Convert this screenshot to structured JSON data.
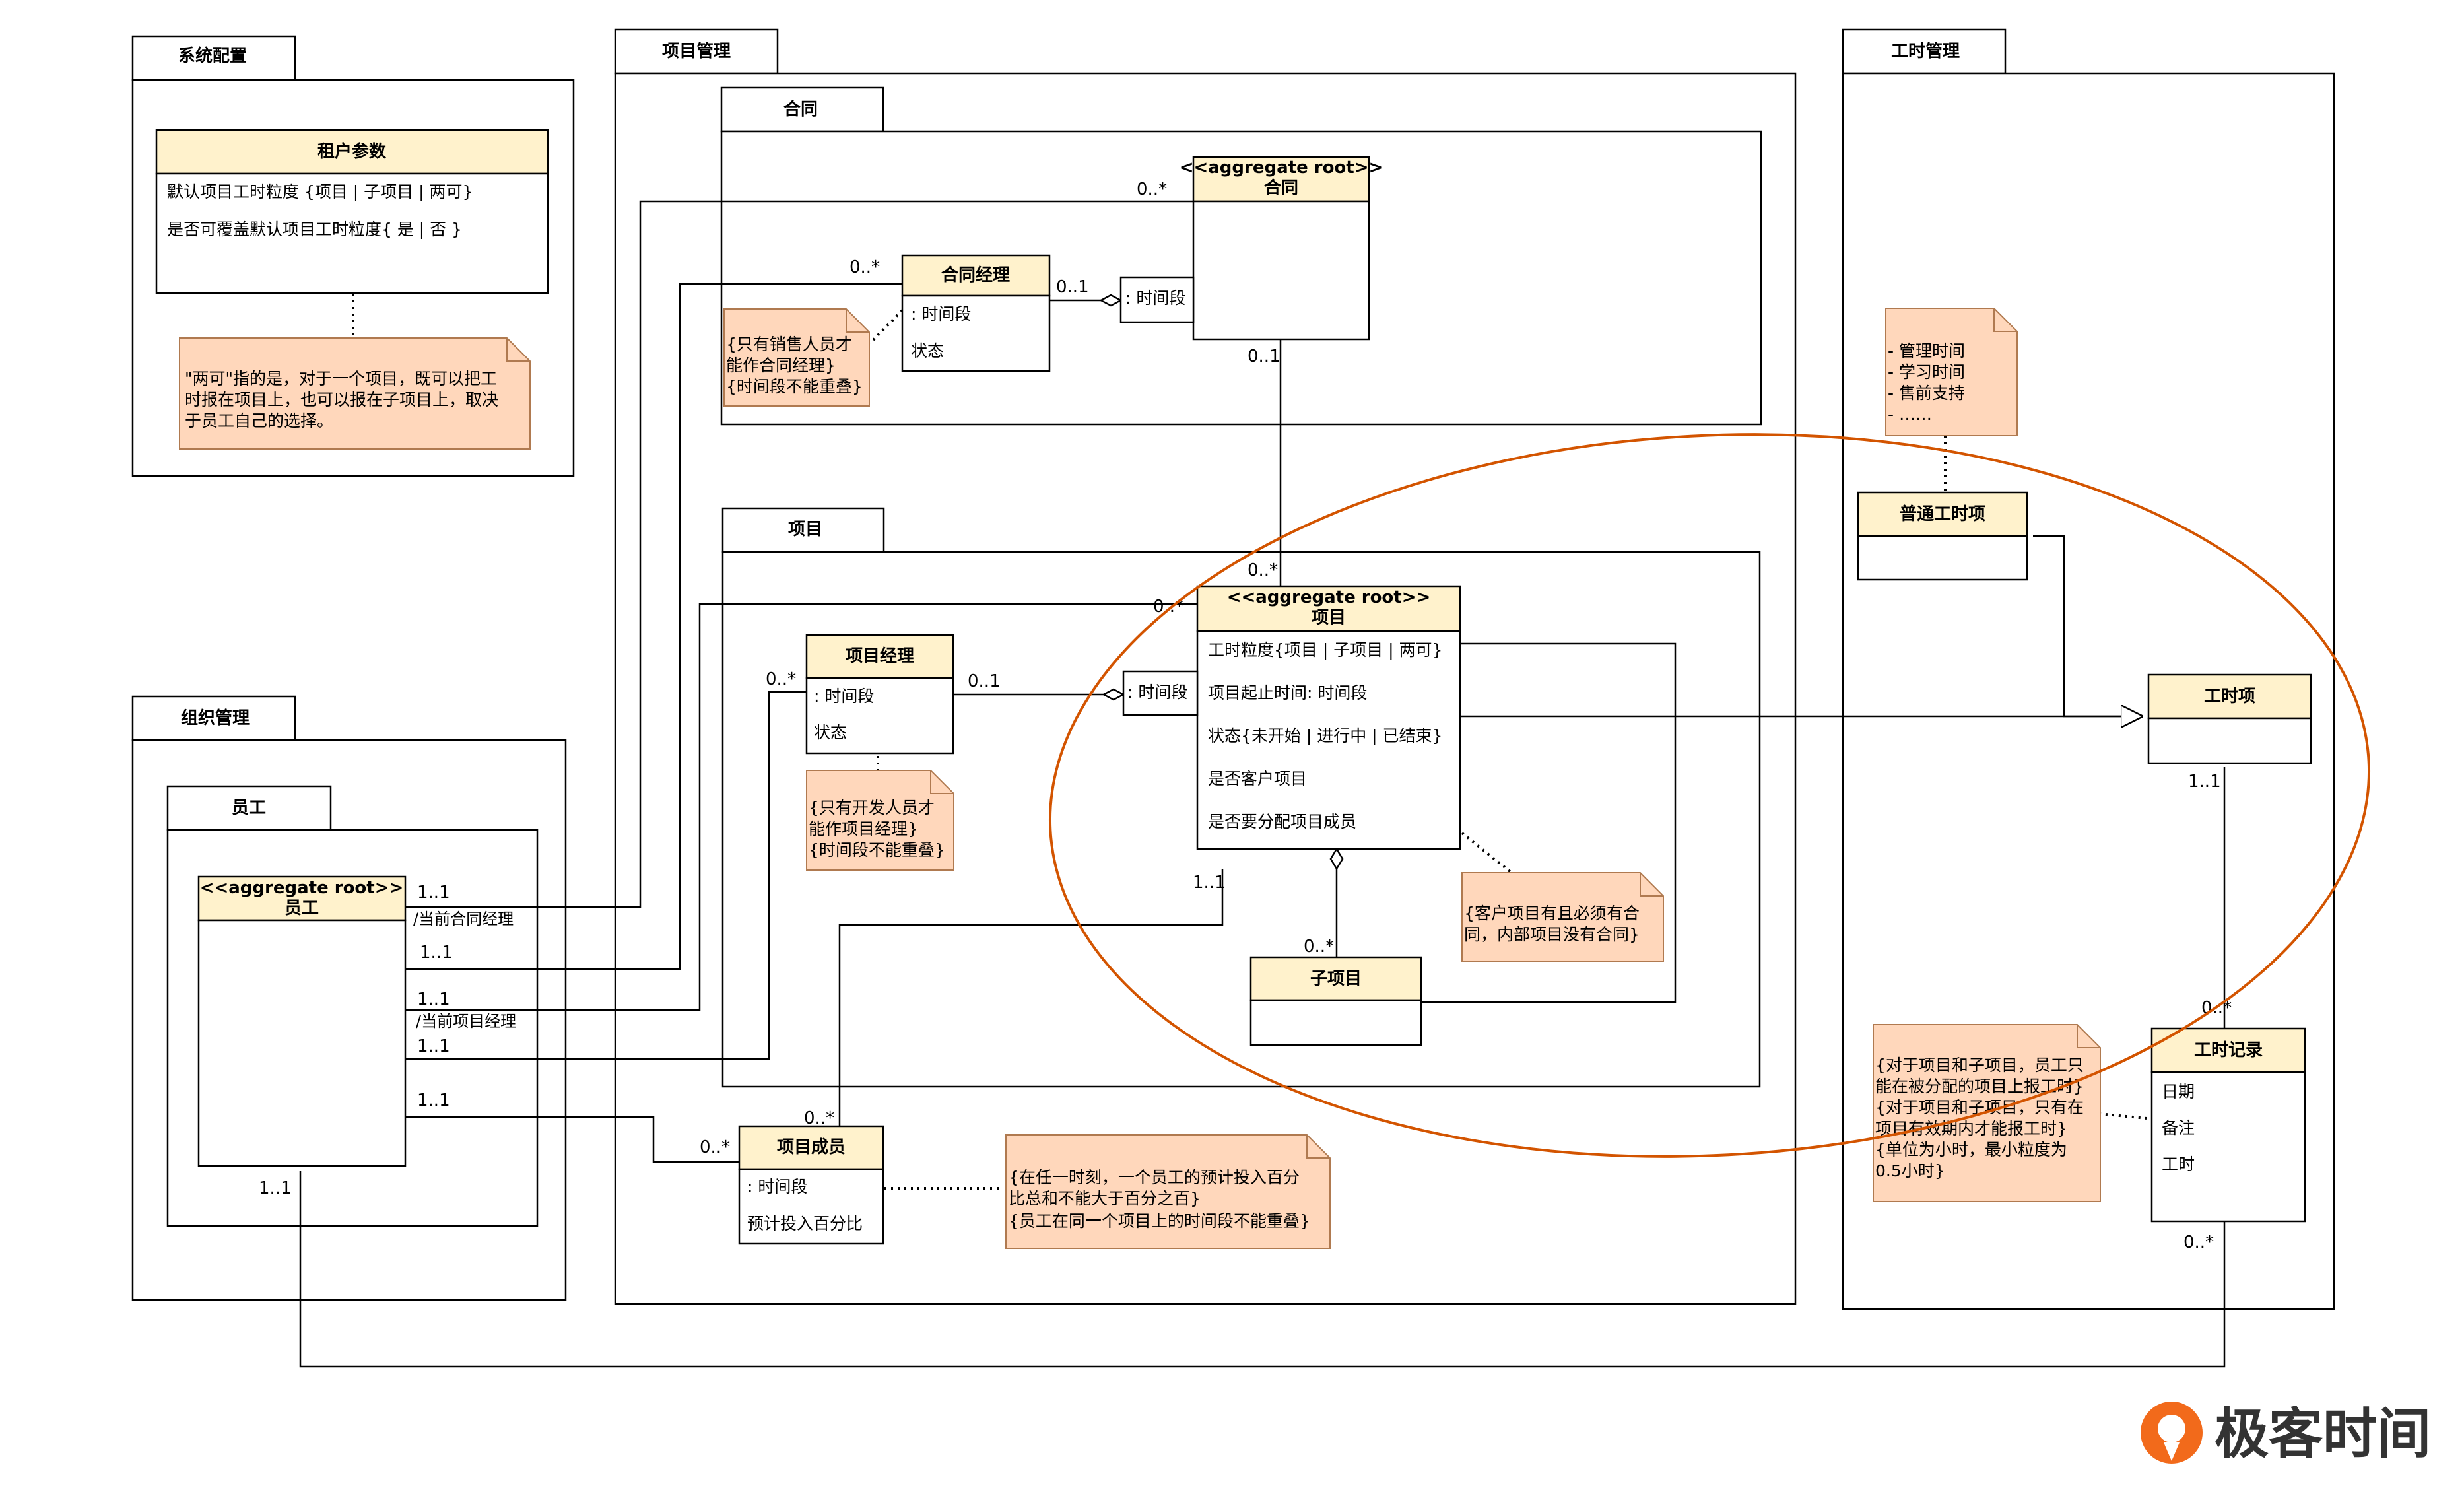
{
  "colors": {
    "class_header": "#fff2cc",
    "note_fill": "#ffd7bb",
    "note_border": "#b07a50",
    "line": "#000000",
    "ellipse": "#d35400",
    "logo_orange": "#f26a1b",
    "logo_text": "#333333"
  },
  "packages": {
    "system_config": "系统配置",
    "project_mgmt": "项目管理",
    "contract": "合同",
    "project": "项目",
    "org_mgmt": "组织管理",
    "employee": "员工",
    "timesheet": "工时管理"
  },
  "classes": {
    "tenant_params": {
      "title": "租户参数",
      "attrs": [
        "默认项目工时粒度 {项目 | 子项目 | 两可}",
        "是否可覆盖默认项目工时粒度{ 是 | 否 }"
      ]
    },
    "contract_root": {
      "stereotype": "<<aggregate root>>",
      "title": "合同"
    },
    "contract_manager": {
      "title": "合同经理",
      "attrs": [
        ": 时间段",
        "状态"
      ]
    },
    "contract_period": {
      "label": ": 时间段"
    },
    "project_root": {
      "stereotype": "<<aggregate root>>",
      "title": "项目",
      "attrs": [
        "工时粒度{项目 | 子项目 | 两可}",
        "项目起止时间: 时间段",
        "状态{未开始 | 进行中 | 已结束}",
        "是否客户项目",
        "是否要分配项目成员"
      ]
    },
    "project_manager": {
      "title": "项目经理",
      "attrs": [
        ": 时间段",
        "状态"
      ]
    },
    "project_period": {
      "label": ": 时间段"
    },
    "sub_project": {
      "title": "子项目"
    },
    "employee_root": {
      "stereotype": "<<aggregate root>>",
      "title": "员工"
    },
    "project_member": {
      "title": "项目成员",
      "attrs": [
        ": 时间段",
        "预计投入百分比"
      ]
    },
    "normal_time_item": {
      "title": "普通工时项"
    },
    "time_item": {
      "title": "工时项"
    },
    "time_record": {
      "title": "工时记录",
      "attrs": [
        "日期",
        "备注",
        "工时"
      ]
    }
  },
  "notes": {
    "either_note": [
      "\"两可\"指的是，对于一个项目，既可以把工",
      "时报在项目上，也可以报在子项目上，取决",
      "于员工自己的选择。"
    ],
    "contract_mgr_note": [
      "{只有销售人员才",
      "能作合同经理}",
      "{时间段不能重叠}"
    ],
    "project_mgr_note": [
      "{只有开发人员才",
      "能作项目经理}",
      "{时间段不能重叠}"
    ],
    "customer_note": [
      "{客户项目有且必须有合",
      "同，内部项目没有合同}"
    ],
    "member_note": [
      "{在任一时刻，一个员工的预计投入百分",
      "比总和不能大于百分之百}",
      "{员工在同一个项目上的时间段不能重叠}"
    ],
    "time_items_note": [
      "- 管理时间",
      "- 学习时间",
      "- 售前支持",
      "- ……"
    ],
    "record_note": [
      "{对于项目和子项目，员工只",
      "能在被分配的项目上报工时}",
      "{对于项目和子项目，只有在",
      "项目有效期内才能报工时}",
      "{单位为小时，最小粒度为",
      "0.5小时}"
    ]
  },
  "multiplicities": {
    "contract_to_emp": "0..*",
    "cm_to_emp": "0..*",
    "cm_to_period": "0..1",
    "contract_to_project": "0..1",
    "project_from_contract": "0..*",
    "project_from_emp": "0..*",
    "pm_to_emp": "0..*",
    "pm_to_period": "0..1",
    "project_to_member": "1..1",
    "sub_project": "0..*",
    "time_item_record": "1..1",
    "record_from_item": "0..*",
    "record_from_emp": "0..*",
    "member_from_project": "0..*",
    "member_from_emp": "0..*",
    "emp_1": "1..1",
    "emp_2": "1..1",
    "emp_3": "1..1",
    "emp_4": "1..1",
    "emp_5": "1..1",
    "emp_bottom": "1..1"
  },
  "role_labels": {
    "current_contract_manager": "/当前合同经理",
    "current_project_manager": "/当前项目经理"
  },
  "logo": {
    "text": "极客时间"
  }
}
